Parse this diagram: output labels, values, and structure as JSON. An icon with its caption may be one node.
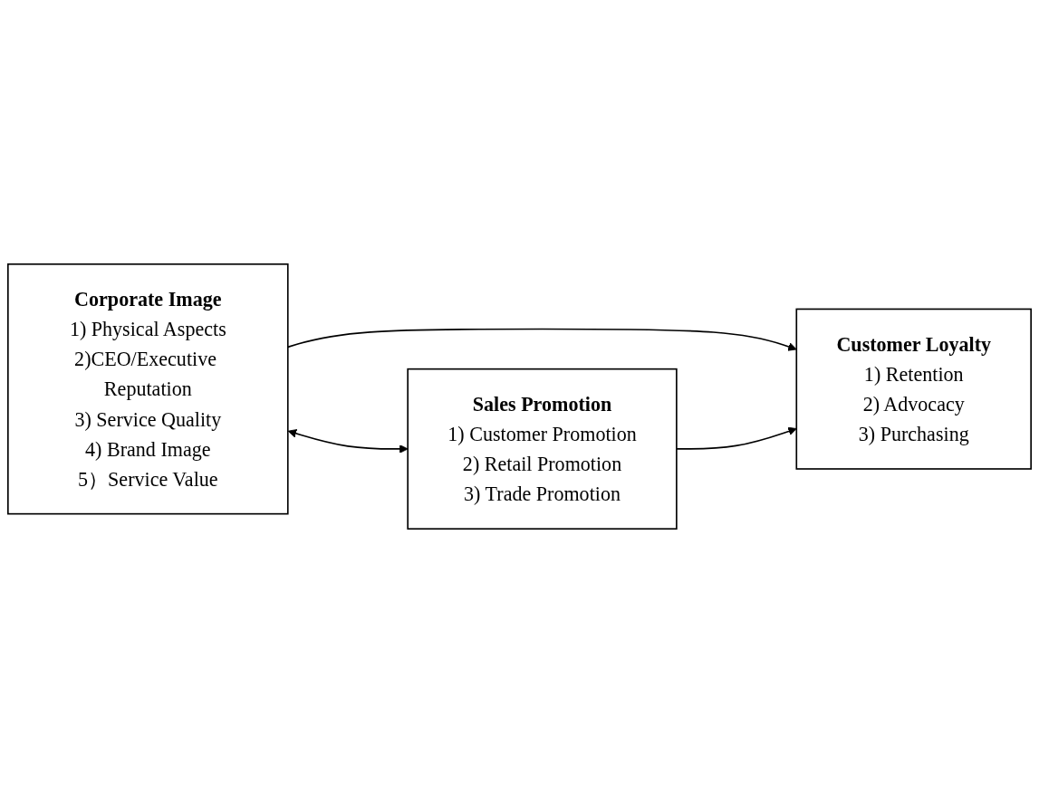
{
  "diagram": {
    "nodes": [
      {
        "text": [
          "Corporate Image",
          "1) Physical Aspects",
          "2)CEO/Executive Reputation",
          "3) Service Quality",
          "4) Brand Image",
          "5）Service Value"
        ]
      },
      {
        "text": [
          "Sales Promotion",
          "1) Customer Promotion",
          "2) Retail Promotion",
          "3) Trade Promotion"
        ]
      },
      {
        "text": [
          "Customer Loyalty",
          "1) Retention",
          "2) Advocacy",
          "3) Purchasing"
        ]
      }
    ],
    "edges": [
      {
        "from": 0,
        "to": 2,
        "arrow": "to"
      },
      {
        "from": 1,
        "to": 2,
        "arrow": "to"
      },
      {
        "from": 0,
        "to": 1,
        "arrow": "both"
      }
    ]
  }
}
